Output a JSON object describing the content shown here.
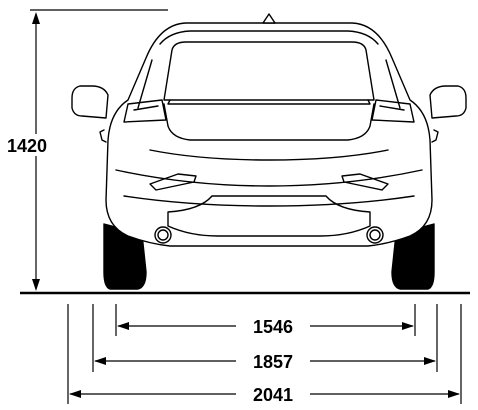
{
  "dimensions": {
    "height": "1420",
    "track": "1546",
    "width_body": "1857",
    "width_mirrors": "2041"
  }
}
